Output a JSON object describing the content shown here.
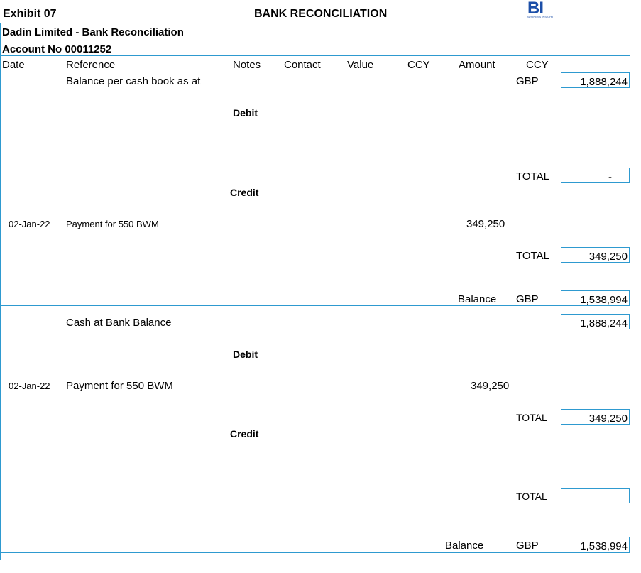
{
  "header": {
    "exhibit": "Exhibit 07",
    "title": "BANK RECONCILIATION",
    "logo_text": "BI",
    "logo_tagline": "BUSINESS INSIGHT"
  },
  "company": "Dadin Limited - Bank Reconciliation",
  "account": "Account No  00011252",
  "columns": {
    "date": "Date",
    "reference": "Reference",
    "notes": "Notes",
    "contact": "Contact",
    "value": "Value",
    "ccy1": "CCY",
    "amount": "Amount",
    "ccy2": "CCY"
  },
  "section1": {
    "opening_label": "Balance per cash book as at",
    "opening_ccy": "GBP",
    "opening_value": "1,888,244",
    "debit_label": "Debit",
    "debit_total_label": "TOTAL",
    "debit_total_value": "-",
    "credit_label": "Credit",
    "credit_row": {
      "date": "02-Jan-22",
      "reference": "Payment for 550 BWM",
      "amount": "349,250"
    },
    "credit_total_label": "TOTAL",
    "credit_total_value": "349,250",
    "balance_label": "Balance",
    "balance_ccy": "GBP",
    "balance_value": "1,538,994"
  },
  "section2": {
    "opening_label": "Cash at Bank Balance",
    "opening_value": "1,888,244",
    "debit_label": "Debit",
    "debit_row": {
      "date": "02-Jan-22",
      "reference": "Payment for  550 BWM",
      "amount": "349,250"
    },
    "debit_total_label": "TOTAL",
    "debit_total_value": "349,250",
    "credit_label": "Credit",
    "credit_total_label": "TOTAL",
    "credit_total_value": "",
    "balance_label": "Balance",
    "balance_ccy": "GBP",
    "balance_value": "1,538,994"
  },
  "colors": {
    "border": "#2e9ad0",
    "logo": "#1c4fa8"
  }
}
